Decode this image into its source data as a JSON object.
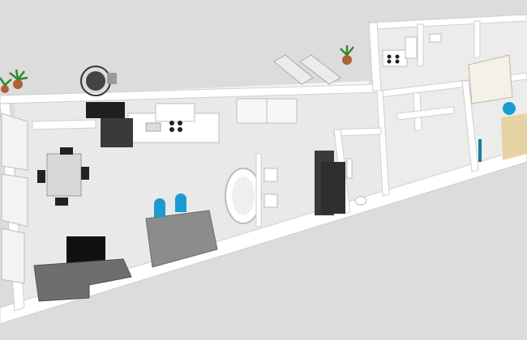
{
  "scene": {
    "kind": "3d floor plan render",
    "colors": {
      "background": "#dcdcdc",
      "floor": "#e9e9e9",
      "wall_top": "#ffffff",
      "wall_side": "#cfcfcf",
      "shadow": "#bdbdbd",
      "furniture_dark": "#3a3a3a",
      "furniture_gray": "#8c8c8c",
      "sofa": "#6e6e6e",
      "accent_stool": "#1a9bd1",
      "table_top": "#d0d0d0",
      "plant_leaf": "#2f8a2a",
      "plant_pot": "#b0603a",
      "wood_floor": "#e6d3a3",
      "bed": "#f4f1ea"
    },
    "rooms": [
      "living-room",
      "kitchen",
      "dining-area",
      "bathroom",
      "wardrobe",
      "bedroom",
      "balcony"
    ],
    "furniture": [
      "sofa",
      "tv",
      "dining-table",
      "chairs",
      "kitchen-counter",
      "stove",
      "island",
      "bar-stools",
      "bathtub",
      "double-sink",
      "wardrobe",
      "toilet",
      "bed",
      "nightstand-stool",
      "lounge-chairs",
      "plants",
      "cafe-table"
    ]
  }
}
